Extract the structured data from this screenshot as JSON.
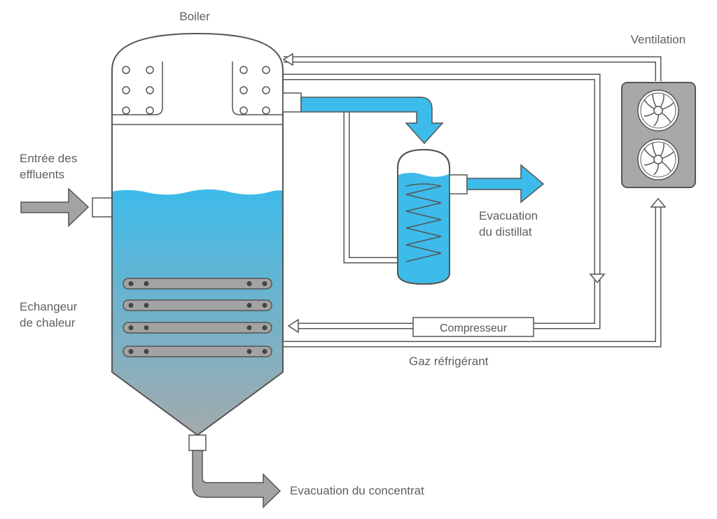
{
  "labels": {
    "boiler": "Boiler",
    "ventilation": "Ventilation",
    "effluent_in_line1": "Entrée des",
    "effluent_in_line2": "effluents",
    "distillate_line1": "Evacuation",
    "distillate_line2": "du distillat",
    "exchanger_line1": "Echangeur",
    "exchanger_line2": "de chaleur",
    "compressor": "Compresseur",
    "refrigerant_gas": "Gaz réfrigérant",
    "concentrate_out": "Evacuation du concentrat"
  },
  "colors": {
    "outline": "#555555",
    "water_top": "#3dbbea",
    "water_bottom": "#a9a9a9",
    "distillate_blue": "#3dbbea",
    "fan_unit": "#a8a8a8",
    "grey_pipe": "#a3a3a3"
  },
  "icons": {
    "fan": "fan-icon",
    "arrow": "arrow-icon"
  }
}
